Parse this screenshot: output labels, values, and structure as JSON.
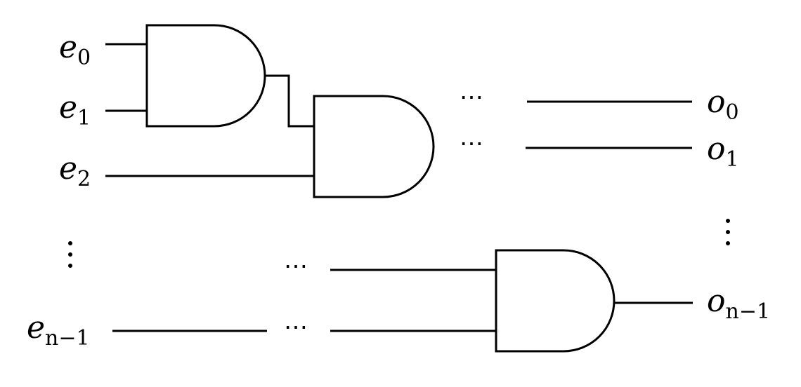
{
  "diagram": {
    "inputs": [
      {
        "base": "e",
        "sub": "0"
      },
      {
        "base": "e",
        "sub": "1"
      },
      {
        "base": "e",
        "sub": "2"
      },
      {
        "base": "e",
        "sub": "n−1"
      }
    ],
    "outputs": [
      {
        "base": "o",
        "sub": "0"
      },
      {
        "base": "o",
        "sub": "1"
      },
      {
        "base": "o",
        "sub": "n−1"
      }
    ],
    "ellipsis": "⋯"
  }
}
